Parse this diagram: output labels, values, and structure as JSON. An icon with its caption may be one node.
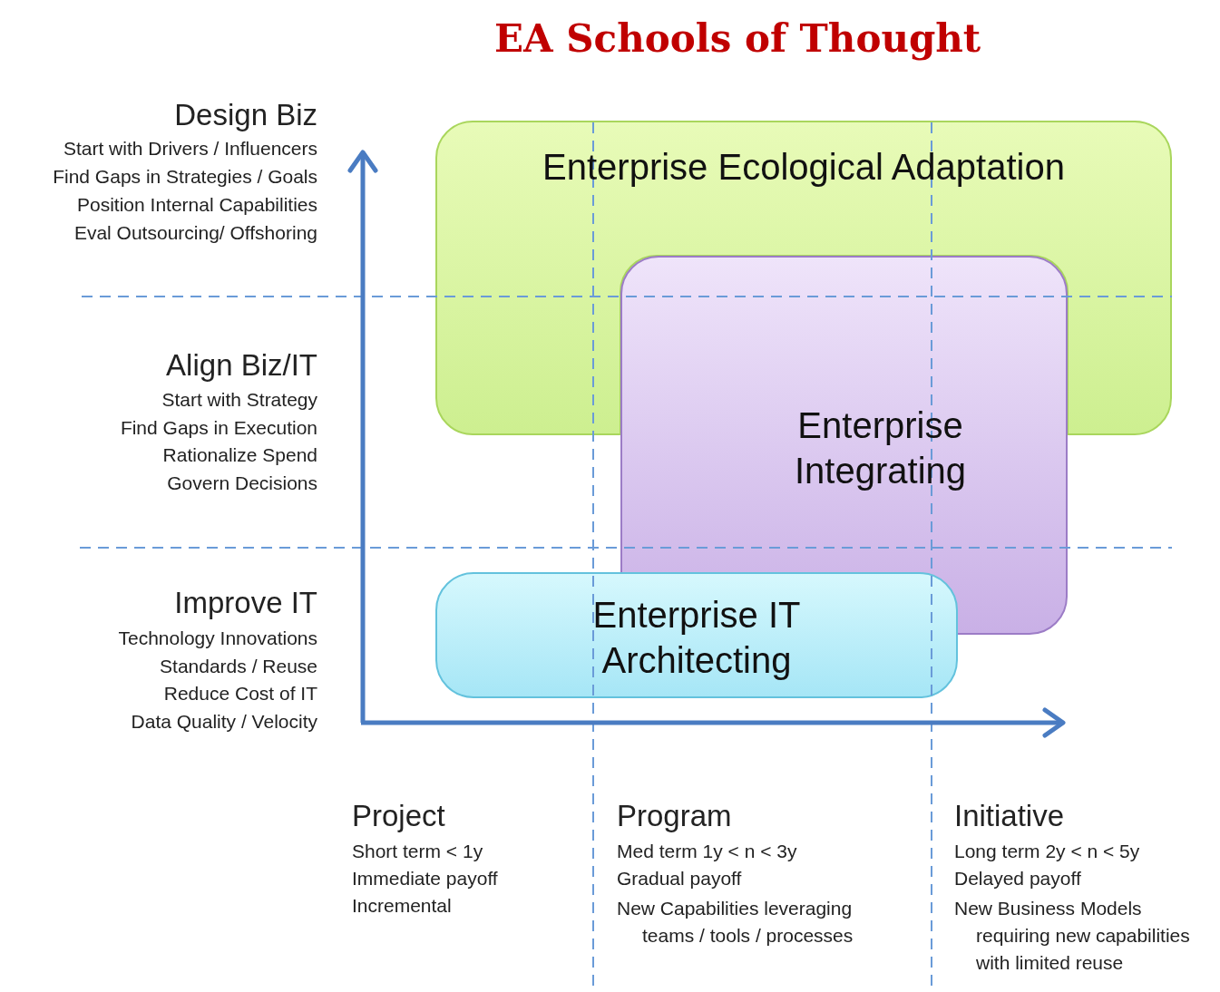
{
  "diagram": {
    "title": "EA Schools of Thought",
    "nodes": [
      {
        "text": [
          "Enterprise Ecological Adaptation"
        ]
      },
      {
        "text": [
          "Enterprise Integrating"
        ]
      },
      {
        "text": [
          "Enterprise IT Architecting"
        ]
      }
    ],
    "edges": [],
    "labels": [
      "Design Biz",
      "Start with Drivers / Influencers",
      "Find Gaps in Strategies / Goals",
      "Position Internal Capabilities",
      "Eval Outsourcing/ Offshoring",
      "Align Biz/IT",
      "Start with Strategy",
      "Find Gaps in Execution",
      "Rationalize Spend",
      "Govern Decisions",
      "Improve IT",
      "Technology Innovations",
      "Standards / Reuse",
      "Reduce Cost of IT",
      "Data Quality / Velocity",
      "Project",
      "Short term < 1y",
      "Immediate payoff",
      "Incremental",
      "Program",
      "Med term 1y < n < 3y",
      "Gradual payoff",
      "New Capabilities leveraging teams / tools / processes",
      "Initiative",
      "Long term 2y < n < 5y",
      "Delayed payoff",
      "New Business Models requiring new capabilities with limited reuse"
    ]
  }
}
